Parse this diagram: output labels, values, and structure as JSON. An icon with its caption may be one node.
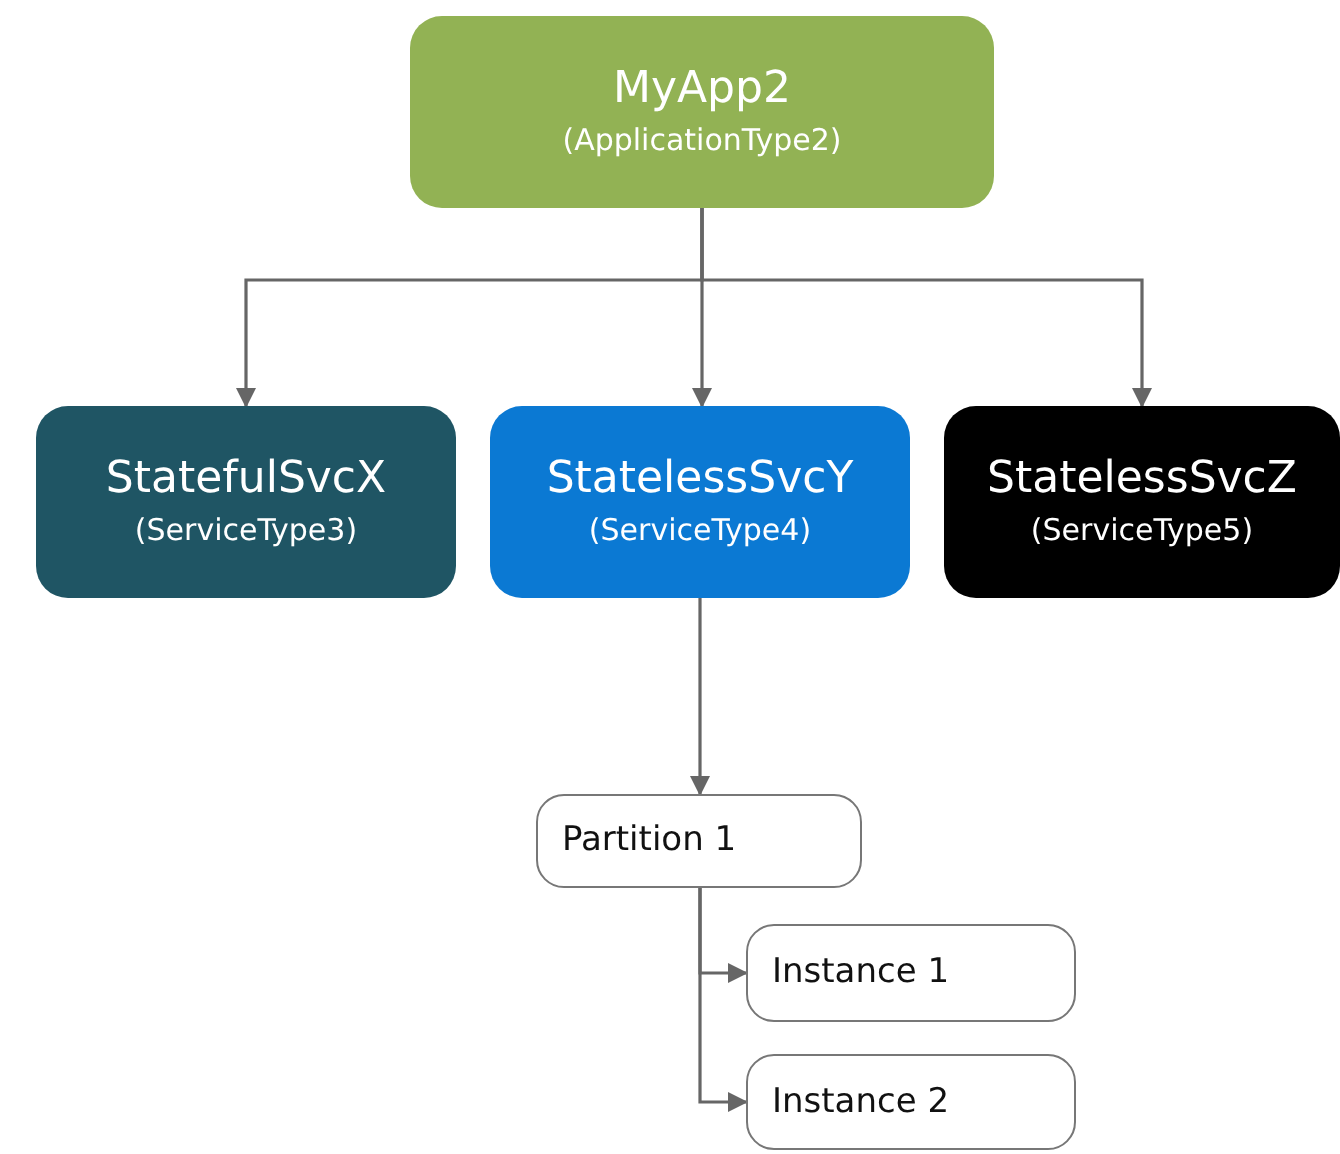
{
  "diagram": {
    "nodes": [
      {
        "text": [
          "MyApp2",
          "(ApplicationType2)"
        ]
      },
      {
        "text": [
          "StatefulSvcX",
          "(ServiceType3)"
        ]
      },
      {
        "text": [
          "StatelessSvcY",
          "(ServiceType4)"
        ]
      },
      {
        "text": [
          "StatelessSvcZ",
          "(ServiceType5)"
        ]
      },
      {
        "text": [
          "Partition 1"
        ]
      },
      {
        "text": [
          "Instance 1"
        ]
      },
      {
        "text": [
          "Instance 2"
        ]
      }
    ],
    "edges": [
      {
        "from": 0,
        "to": 1,
        "arrow": "to"
      },
      {
        "from": 0,
        "to": 2,
        "arrow": "to"
      },
      {
        "from": 0,
        "to": 3,
        "arrow": "to"
      },
      {
        "from": 2,
        "to": 4,
        "arrow": "to"
      },
      {
        "from": 4,
        "to": 5,
        "arrow": "to"
      },
      {
        "from": 4,
        "to": 6,
        "arrow": "to"
      }
    ]
  }
}
